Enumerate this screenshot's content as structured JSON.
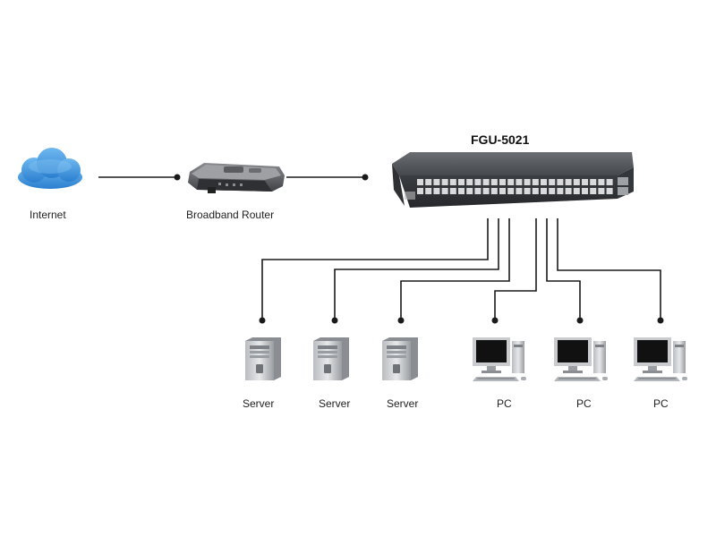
{
  "switch": {
    "model": "FGU-5021"
  },
  "internet": {
    "label": "Internet",
    "icon": "cloud-icon"
  },
  "router": {
    "label": "Broadband Router",
    "icon": "router-icon"
  },
  "servers": [
    {
      "label": "Server",
      "icon": "server-tower-icon"
    },
    {
      "label": "Server",
      "icon": "server-tower-icon"
    },
    {
      "label": "Server",
      "icon": "server-tower-icon"
    }
  ],
  "pcs": [
    {
      "label": "PC",
      "icon": "desktop-pc-icon"
    },
    {
      "label": "PC",
      "icon": "desktop-pc-icon"
    },
    {
      "label": "PC",
      "icon": "desktop-pc-icon"
    }
  ],
  "colors": {
    "cloud": "#3a8fd6",
    "switch": "#4a4d52",
    "line": "#1a1a1a"
  }
}
